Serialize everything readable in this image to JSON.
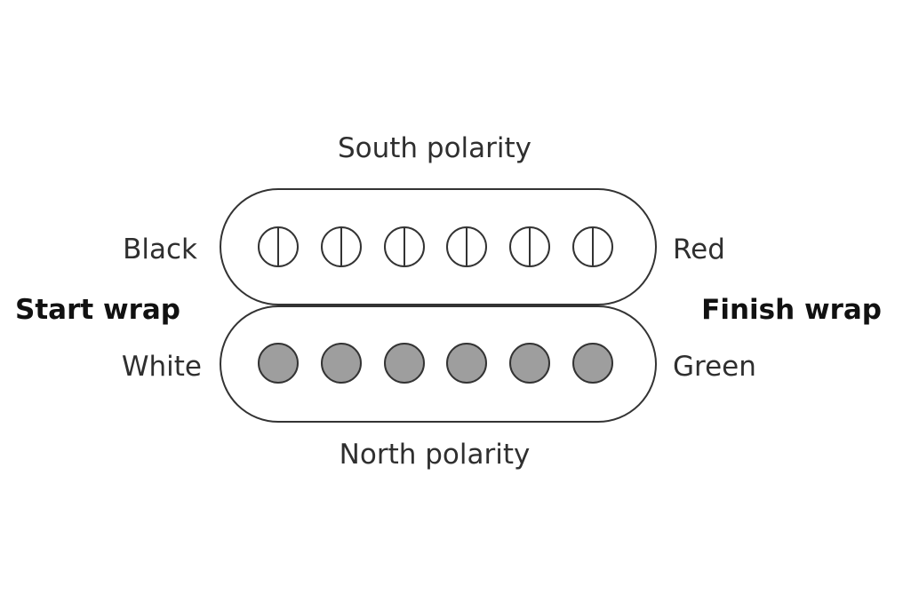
{
  "labels": {
    "top": "South polarity",
    "bottom": "North polarity",
    "start_wrap": "Start wrap",
    "finish_wrap": "Finish wrap",
    "top_left_wire": "Black",
    "top_right_wire": "Red",
    "bottom_left_wire": "White",
    "bottom_right_wire": "Green"
  },
  "coils": [
    {
      "name": "south-coil",
      "pole_style": "split",
      "pole_count": 6
    },
    {
      "name": "north-coil",
      "pole_style": "filled",
      "pole_count": 6
    }
  ],
  "colors": {
    "outline": "#333333",
    "pole_fill_north": "#9e9e9e",
    "pole_fill_south": "#ffffff"
  }
}
